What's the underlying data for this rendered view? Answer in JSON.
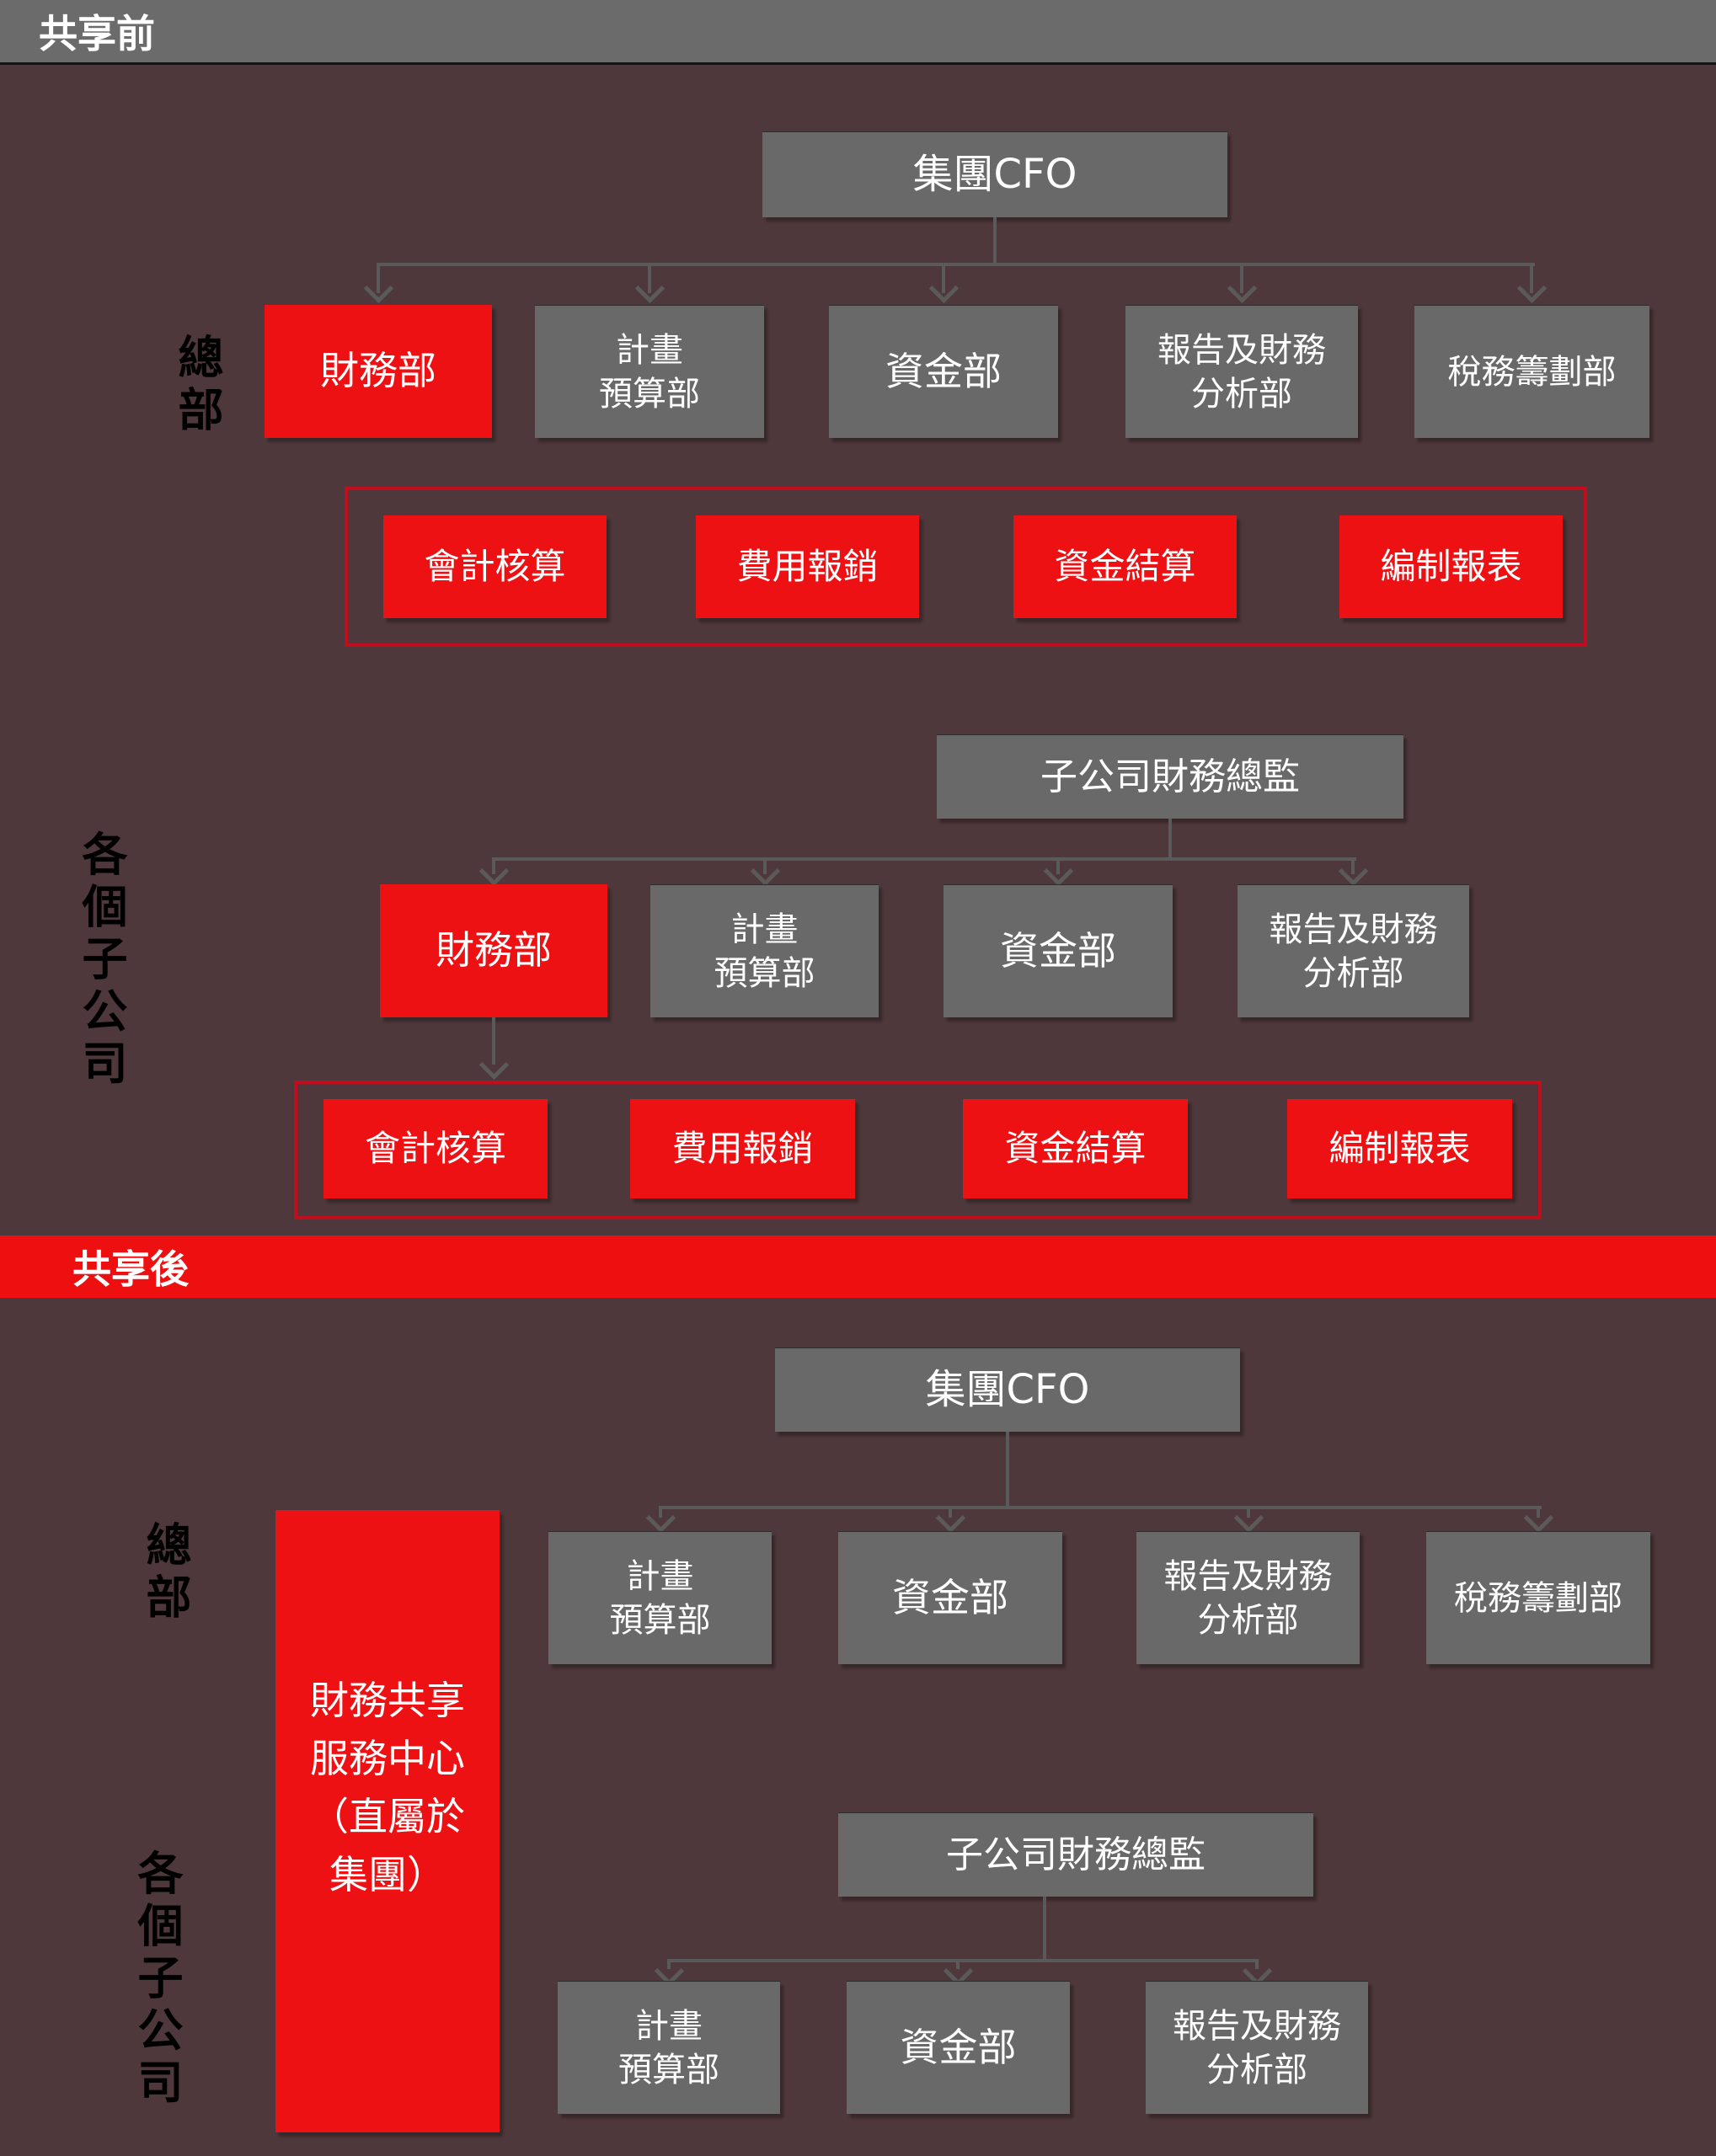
{
  "colors": {
    "background": "#4e383b",
    "box_gray": "#696969",
    "box_red": "#ee1114",
    "container_border": "#c30d1e",
    "banner_gray": "#6b6b6b",
    "banner_red": "#ee0f11",
    "connector_line": "#5a5a5a",
    "side_label_text": "#000000",
    "box_text": "#ffffff"
  },
  "sections": {
    "before": {
      "banner": "共享前",
      "hq": {
        "region_label": "總部",
        "root": "集團CFO",
        "departments": [
          "財務部",
          "計畫\n預算部",
          "資金部",
          "報告及財務\n分析部",
          "稅務籌劃部"
        ],
        "shared_functions": [
          "會計核算",
          "費用報銷",
          "資金結算",
          "編制報表"
        ]
      },
      "subsidiary": {
        "region_label": "各個子公司",
        "root": "子公司財務總監",
        "departments": [
          "財務部",
          "計畫\n預算部",
          "資金部",
          "報告及財務\n分析部"
        ],
        "shared_functions": [
          "會計核算",
          "費用報銷",
          "資金結算",
          "編制報表"
        ]
      }
    },
    "after": {
      "banner": "共享後",
      "ssc": "財務共享\n服務中心\n（直屬於\n集團）",
      "hq": {
        "region_label": "總部",
        "root": "集團CFO",
        "departments": [
          "計畫\n預算部",
          "資金部",
          "報告及財務\n分析部",
          "稅務籌劃部"
        ]
      },
      "subsidiary": {
        "region_label": "各個子公司",
        "root": "子公司財務總監",
        "departments": [
          "計畫\n預算部",
          "資金部",
          "報告及財務\n分析部"
        ]
      }
    }
  }
}
